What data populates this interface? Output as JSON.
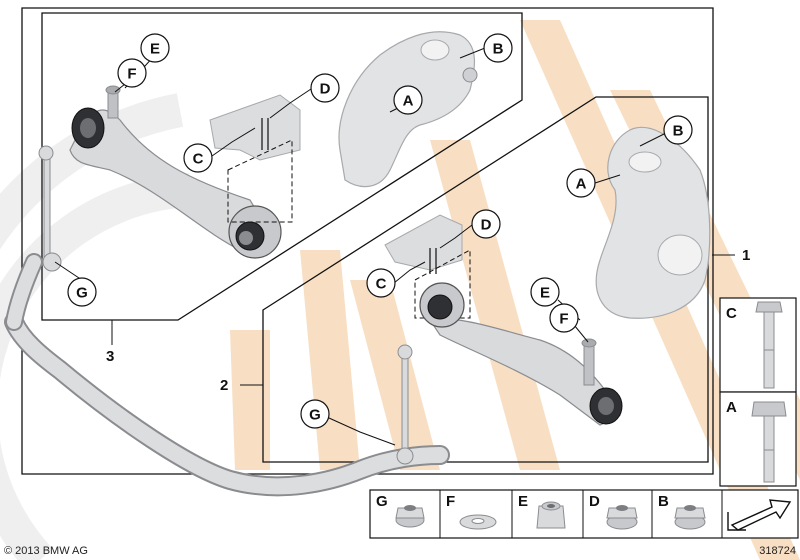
{
  "diagram": {
    "item_numbers": {
      "kit_1": "1",
      "kit_2": "2",
      "kit_3": "3"
    },
    "callouts_upper": {
      "e": "E",
      "f": "F",
      "d": "D",
      "b": "B",
      "a": "A",
      "c": "C",
      "g": "G"
    },
    "callouts_lower": {
      "b": "B",
      "a": "A",
      "d": "D",
      "c": "C",
      "e": "E",
      "f": "F",
      "g": "G"
    },
    "hardware_panels": {
      "c": "C",
      "a": "A"
    },
    "nut_strip": {
      "g": "G",
      "f": "F",
      "e": "E",
      "d": "D",
      "b": "B"
    },
    "copyright": "© 2013 BMW AG",
    "drawing_number": "318724"
  },
  "colors": {
    "watermark": "#f7dcc0",
    "watermark_grey": "#ededed",
    "part_fill": "#d9dadc",
    "part_stroke": "#8a8c90",
    "frame": "#111111"
  }
}
